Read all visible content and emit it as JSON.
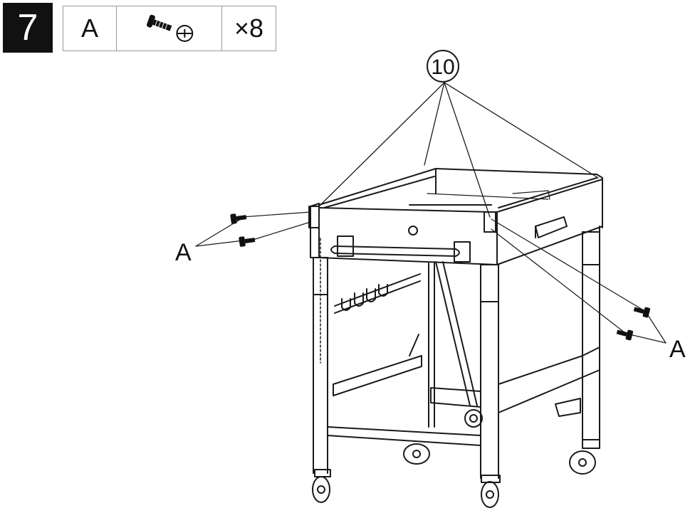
{
  "step": {
    "number": "7"
  },
  "parts_table": {
    "part_letter": "A",
    "part_icon": "screw-icon",
    "head_icon": "phillips-head-icon",
    "quantity": "×8"
  },
  "callouts": {
    "part_ref": "10",
    "screw_label_left": "A",
    "screw_label_right": "A"
  },
  "colors": {
    "line": "#1a1a1a",
    "background": "#ffffff",
    "step_bg": "#111111"
  }
}
